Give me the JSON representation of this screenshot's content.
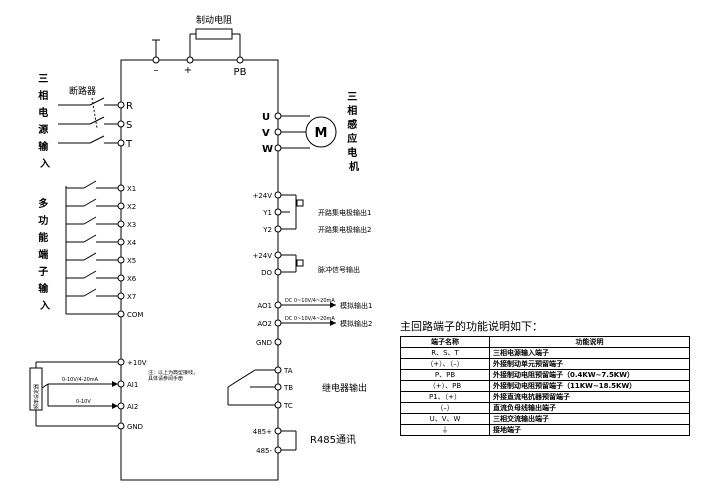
{
  "top": {
    "resistor_label": "制动电阻",
    "minus": "–",
    "plus": "+",
    "pb": "PB"
  },
  "left": {
    "breaker_label": "断路器",
    "power_input_label": "三相电源输入",
    "power_terminals": [
      "R",
      "S",
      "T"
    ],
    "multi_input_label": "多功能端子输入",
    "input_terminals": [
      "X1",
      "X2",
      "X3",
      "X4",
      "X5",
      "X6",
      "X7",
      "COM"
    ],
    "analog_terminals": [
      "+10V",
      "AI1",
      "AI2",
      "GND"
    ],
    "pot_label": "频率设定器",
    "ai1_range": "0-10V/4-20mA",
    "ai2_range": "0-10V",
    "analog_note": "注：以上为典型接线，具体请参阅手册"
  },
  "right": {
    "motor_terminals": [
      "U",
      "V",
      "W"
    ],
    "motor_symbol": "M",
    "motor_label": "三相感应电机",
    "output_terminals": [
      "+24V",
      "Y1",
      "Y2",
      "+24V",
      "DO",
      "AO1",
      "AO2",
      "GND",
      "TA",
      "TB",
      "TC",
      "485+",
      "485-"
    ],
    "y1_label": "开路集电极输出1",
    "y2_label": "开路集电极输出2",
    "pulse_label": "脉冲信号输出",
    "ao1_range": "DC 0~10V/4~20mA",
    "ao2_range": "DC 0~10V/4~20mA",
    "ao1_label": "模拟输出1",
    "ao2_label": "模拟输出2",
    "relay_label": "继电器输出",
    "rs485_label": "R485通讯"
  },
  "table": {
    "title": "主回路端子的功能说明如下：",
    "headers": [
      "端子名称",
      "功能说明"
    ],
    "rows": [
      [
        "R、S、T",
        "三相电源输入端子"
      ],
      [
        "（+）、（–）",
        "外接制动单元预留端子"
      ],
      [
        "P、PB",
        "外接制动电阻预留端子（0.4KW~7.5KW）"
      ],
      [
        "（+）、PB",
        "外接制动电阻预留端子（11KW~18.5KW）"
      ],
      [
        "P1、（+）",
        "外接直流电抗器预留端子"
      ],
      [
        "（–）",
        "直流负母线输出端子"
      ],
      [
        "U、V、W",
        "三相交流输出端子"
      ],
      [
        "⏚",
        "接地端子"
      ]
    ]
  }
}
